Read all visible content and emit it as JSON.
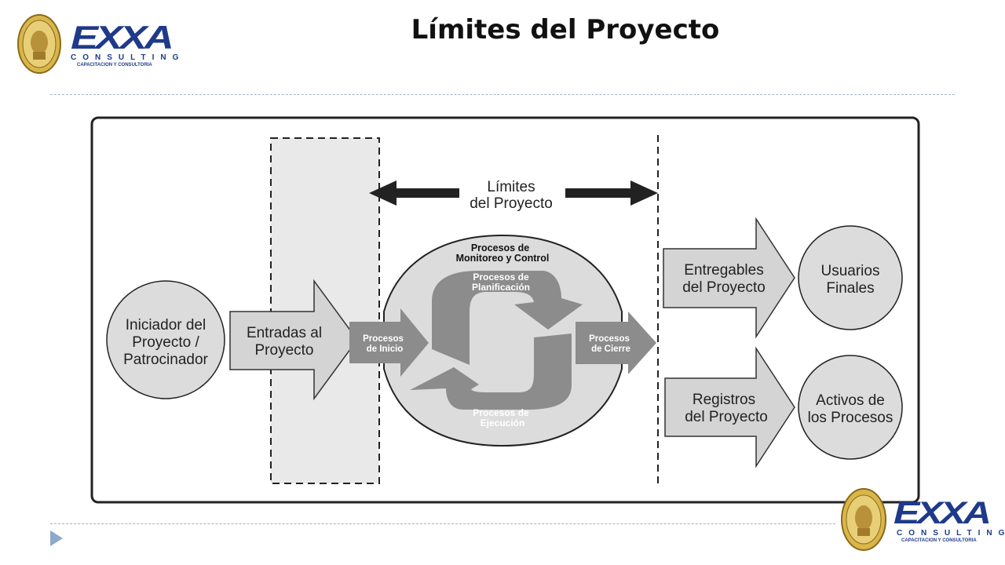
{
  "header": {
    "title": "Límites del Proyecto",
    "logo": {
      "brand": "EXXA",
      "subtitle": "CONSULTING",
      "tagline": "CAPACITACION Y CONSULTORIA",
      "seal_icon": "university-seal-icon"
    }
  },
  "diagram": {
    "boundary_label": [
      "Límites",
      "del Proyecto"
    ],
    "initiator": [
      "Iniciador del",
      "Proyecto /",
      "Patrocinador"
    ],
    "inputs": [
      "Entradas al",
      "Proyecto"
    ],
    "monitoring": [
      "Procesos de",
      "Monitoreo y Control"
    ],
    "planning": [
      "Procesos de",
      "Planificación"
    ],
    "initiating": [
      "Procesos",
      "de Inicio"
    ],
    "executing": [
      "Procesos de",
      "Ejecución"
    ],
    "closing": [
      "Procesos",
      "de Cierre"
    ],
    "deliverables": [
      "Entregables",
      "del Proyecto"
    ],
    "end_users": [
      "Usuarios",
      "Finales"
    ],
    "records": [
      "Registros",
      "del Proyecto"
    ],
    "assets": [
      "Activos de",
      "los Procesos"
    ]
  },
  "footer": {
    "nav_icon": "play-triangle-icon"
  },
  "colors": {
    "navy": "#1f3a8a",
    "gold": "#c9a236",
    "gray_dark": "#8c8c8c",
    "gray_light": "#d4d4d4"
  }
}
